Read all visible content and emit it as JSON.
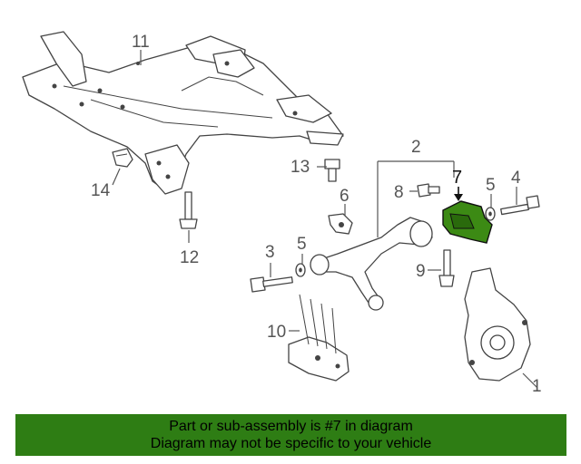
{
  "diagram": {
    "callouts": {
      "c1": "1",
      "c2": "2",
      "c3": "3",
      "c4": "4",
      "c5a": "5",
      "c5b": "5",
      "c6": "6",
      "c7": "7",
      "c8": "8",
      "c9": "9",
      "c10": "10",
      "c11": "11",
      "c12": "12",
      "c13": "13",
      "c14": "14"
    },
    "highlight_part": "7",
    "highlight_color": "#3c8a14"
  },
  "banner": {
    "line1": "Part or sub-assembly is #7 in diagram",
    "line2": "Diagram may not be specific to your vehicle",
    "color": "#2e7d14"
  }
}
